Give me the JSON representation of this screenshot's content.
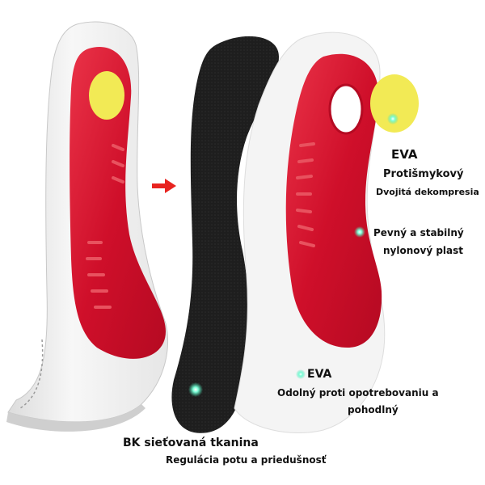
{
  "colors": {
    "accent_dot": "#3fe0b0",
    "insole_red": "#d4142c",
    "heel_yellow": "#f2ea55",
    "arrow_red": "#e8231f",
    "mesh_black": "#1e1e1e"
  },
  "callouts": {
    "eva_top": {
      "title": "EVA",
      "line1": "Protišmykový",
      "line2": "Dvojitá dekompresia"
    },
    "nylon": {
      "line1": "Pevný a stabilný",
      "line2": "nylonový plast"
    },
    "eva_bottom": {
      "title": "EVA",
      "line1": "Odolný proti opotrebovaniu a",
      "line2": "pohodlný"
    },
    "mesh": {
      "title": "BK sieťovaná tkanina",
      "line1": "Regulácia potu a priedušnosť"
    }
  }
}
